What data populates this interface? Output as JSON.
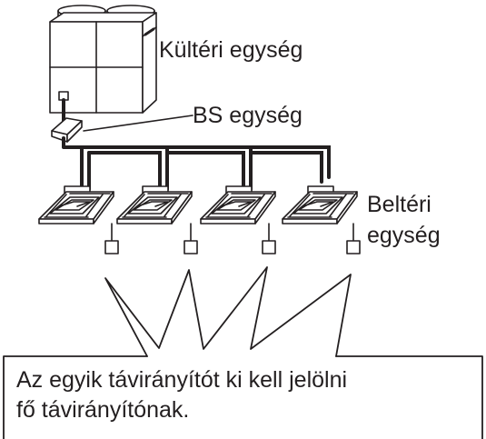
{
  "labels": {
    "outdoor_unit": "Kültéri egység",
    "bs_unit": "BS egység",
    "indoor_unit_line1": "Beltéri",
    "indoor_unit_line2": "egység"
  },
  "callout": {
    "line1": "Az egyik távirányítót ki kell jelölni",
    "line2": "fő távirányítónak."
  },
  "colors": {
    "stroke": "#231f20",
    "background": "#ffffff"
  }
}
